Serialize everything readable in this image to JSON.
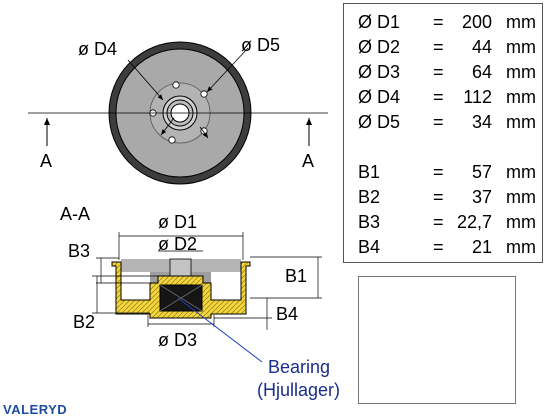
{
  "front_view": {
    "label_d4": "ø D4",
    "label_d5": "ø D5",
    "label_section_left": "A",
    "label_section_right": "A"
  },
  "section_view": {
    "title": "A-A",
    "label_d1": "ø D1",
    "label_d2": "ø D2",
    "label_d3": "ø D3",
    "label_b1": "B1",
    "label_b2": "B2",
    "label_b3": "B3",
    "label_b4": "B4",
    "bearing_line1": "Bearing",
    "bearing_line2": "(Hjullager)"
  },
  "spec_table": [
    {
      "label": "Ø D1",
      "eq": "=",
      "value": "200",
      "unit": "mm"
    },
    {
      "label": "Ø D2",
      "eq": "=",
      "value": "44",
      "unit": "mm"
    },
    {
      "label": "Ø D3",
      "eq": "=",
      "value": "64",
      "unit": "mm"
    },
    {
      "label": "Ø D4",
      "eq": "=",
      "value": "112",
      "unit": "mm"
    },
    {
      "label": "Ø D5",
      "eq": "=",
      "value": "34",
      "unit": "mm"
    },
    {
      "label": "B1",
      "eq": "=",
      "value": "57",
      "unit": "mm"
    },
    {
      "label": "B2",
      "eq": "=",
      "value": "37",
      "unit": "mm"
    },
    {
      "label": "B3",
      "eq": "=",
      "value": "22,7",
      "unit": "mm"
    },
    {
      "label": "B4",
      "eq": "=",
      "value": "21",
      "unit": "mm"
    }
  ],
  "logo": "VALERYD",
  "colors": {
    "drum_grey": "#a9a9a9",
    "drum_dark": "#3d3d3d",
    "section_yellow": "#f2d43c",
    "leader_blue": "#1f3fbf",
    "bearing_text": "#1a2d8c",
    "logo_blue": "#1e4ca3"
  }
}
